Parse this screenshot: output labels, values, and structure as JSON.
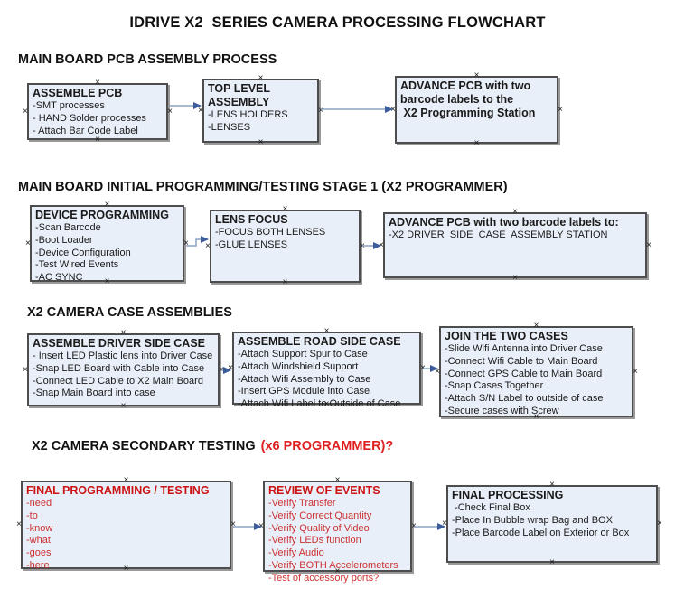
{
  "title": "IDRIVE X2  SERIES CAMERA PROCESSING FLOWCHART",
  "colors": {
    "box_fill": "#e9eff8",
    "box_border": "#4d4d4d",
    "box_shadow": "#999999",
    "arrow_line": "#8ba2c4",
    "arrow_head": "#3c5c9b",
    "red_heading": "#e02020",
    "red_box_text": "#cc3333",
    "black_text": "#1a1a1a"
  },
  "sections": [
    {
      "heading": "MAIN BOARD PCB ASSEMBLY PROCESS",
      "boxes": [
        {
          "title": "ASSEMBLE PCB",
          "lines": [
            "-SMT processes",
            "- HAND Solder processes",
            "- Attach Bar Code Label"
          ]
        },
        {
          "title": "TOP LEVEL ASSEMBLY",
          "lines": [
            "-LENS HOLDERS",
            "-LENSES"
          ]
        },
        {
          "title": "ADVANCE PCB with two\nbarcode labels to the\n X2 Programming Station",
          "lines": []
        }
      ]
    },
    {
      "heading": "MAIN BOARD INITIAL PROGRAMMING/TESTING STAGE 1 (X2 PROGRAMMER)",
      "boxes": [
        {
          "title": "DEVICE PROGRAMMING",
          "lines": [
            "-Scan Barcode",
            "-Boot Loader",
            "-Device Configuration",
            "-Test Wired Events",
            "-AC SYNC"
          ]
        },
        {
          "title": "LENS FOCUS",
          "lines": [
            "-FOCUS BOTH LENSES",
            "-GLUE LENSES"
          ]
        },
        {
          "title": "ADVANCE PCB with two barcode labels to:",
          "lines": [
            "-X2 DRIVER  SIDE  CASE  ASSEMBLY STATION"
          ]
        }
      ]
    },
    {
      "heading": "X2 CAMERA CASE ASSEMBLIES",
      "boxes": [
        {
          "title": "ASSEMBLE DRIVER SIDE CASE",
          "lines": [
            "- Insert LED Plastic lens into Driver Case",
            "-Snap LED Board with Cable into Case",
            "-Connect LED Cable to X2 Main Board",
            "-Snap Main Board into case"
          ]
        },
        {
          "title": "ASSEMBLE ROAD SIDE CASE",
          "lines": [
            "-Attach Support Spur to Case",
            "-Attach Windshield Support",
            "-Attach Wifi Assembly to Case",
            "-Insert GPS Module into Case",
            "-Attach Wifi Label to Outside of Case"
          ]
        },
        {
          "title": "JOIN THE TWO CASES",
          "lines": [
            "-Slide Wifi Antenna into Driver Case",
            "-Connect Wifi Cable to Main Board",
            "-Connect GPS Cable to Main Board",
            "-Snap Cases Together",
            "-Attach S/N Label to outside of case",
            "-Secure cases with Screw"
          ]
        }
      ]
    },
    {
      "heading": "X2 CAMERA SECONDARY TESTING",
      "heading_red": "(x6 PROGRAMMER)?",
      "boxes": [
        {
          "title": "FINAL PROGRAMMING / TESTING",
          "lines": [
            "-need",
            "-to",
            "-know",
            "-what",
            "-goes",
            "-here"
          ],
          "text_color": "red"
        },
        {
          "title": "REVIEW OF EVENTS",
          "lines": [
            "-Verify Transfer",
            "-Verify Correct Quantity",
            "-Verify Quality of Video",
            "-Verify LEDs function",
            "-Verify Audio",
            "-Verify BOTH Accelerometers",
            "-Test of accessory ports?"
          ],
          "text_color": "red"
        },
        {
          "title": "FINAL PROCESSING",
          "lines": [
            " -Check Final Box",
            "-Place In Bubble wrap Bag and BOX",
            "-Place Barcode Label on Exterior or Box"
          ]
        }
      ]
    }
  ]
}
